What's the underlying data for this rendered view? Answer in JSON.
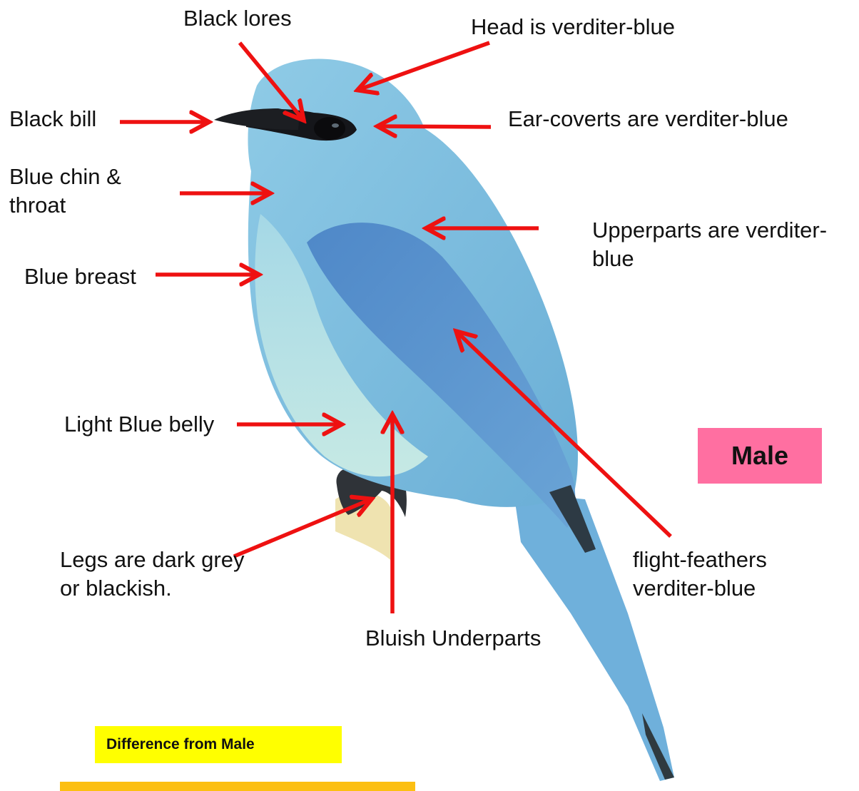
{
  "labels": {
    "black_lores": "Black lores",
    "head": "Head is verditer-blue",
    "black_bill": "Black bill",
    "ear_coverts": "Ear-coverts are verditer-blue",
    "chin_throat": "Blue  chin & throat",
    "upperparts": "Upperparts are verditer-blue",
    "breast": "Blue breast",
    "belly": "Light Blue belly",
    "legs": "Legs are  dark grey or blackish.",
    "flight_feathers": "flight-feathers verditer-blue",
    "underparts": "Bluish Underparts"
  },
  "badge": {
    "male": "Male"
  },
  "note": {
    "difference": "Difference from Male"
  },
  "colors": {
    "arrow": "#ee1111",
    "bird_body": "#7fc0dd",
    "wing": "#5b97cf",
    "belly": "#b9e2e1",
    "male_badge": "#ff6fa1",
    "difference_box": "#ffff00",
    "bottom_bar": "#fcbf12"
  }
}
